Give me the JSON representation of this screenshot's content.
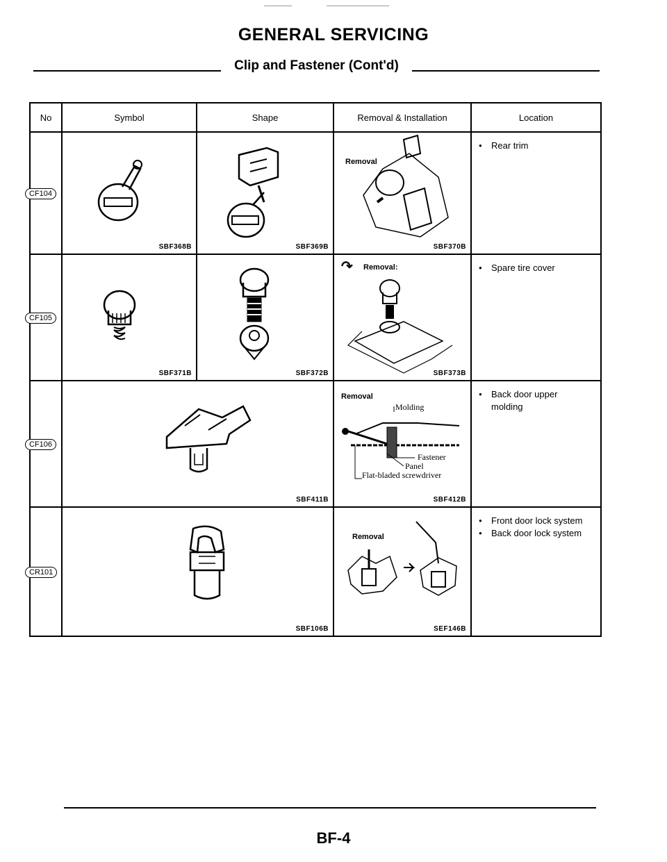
{
  "header": {
    "title": "GENERAL SERVICING",
    "subtitle": "Clip and Fastener (Cont'd)"
  },
  "table": {
    "columns": [
      "No",
      "Symbol",
      "Shape",
      "Removal & Installation",
      "Location"
    ],
    "rows": [
      {
        "no": "CF104",
        "symbol_caption": "SBF368B",
        "shape_caption": "SBF369B",
        "removal_label": "Removal",
        "removal_caption": "SBF370B",
        "location": [
          "Rear trim"
        ]
      },
      {
        "no": "CF105",
        "symbol_caption": "SBF371B",
        "shape_caption": "SBF372B",
        "removal_label": "Removal:",
        "removal_caption": "SBF373B",
        "location": [
          "Spare tire cover"
        ]
      },
      {
        "no": "CF106",
        "shape_caption": "SBF411B",
        "removal_label": "Removal",
        "removal_callouts": [
          "Molding",
          "Fastener",
          "Panel",
          "Flat-bladed screwdriver"
        ],
        "removal_caption": "SBF412B",
        "location": [
          "Back door upper",
          "molding"
        ]
      },
      {
        "no": "CR101",
        "shape_caption": "SBF106B",
        "removal_label": "Removal",
        "removal_caption": "SEF146B",
        "location": [
          "Front door lock system",
          "Back door lock system"
        ]
      }
    ]
  },
  "footer": {
    "page": "BF-4"
  }
}
